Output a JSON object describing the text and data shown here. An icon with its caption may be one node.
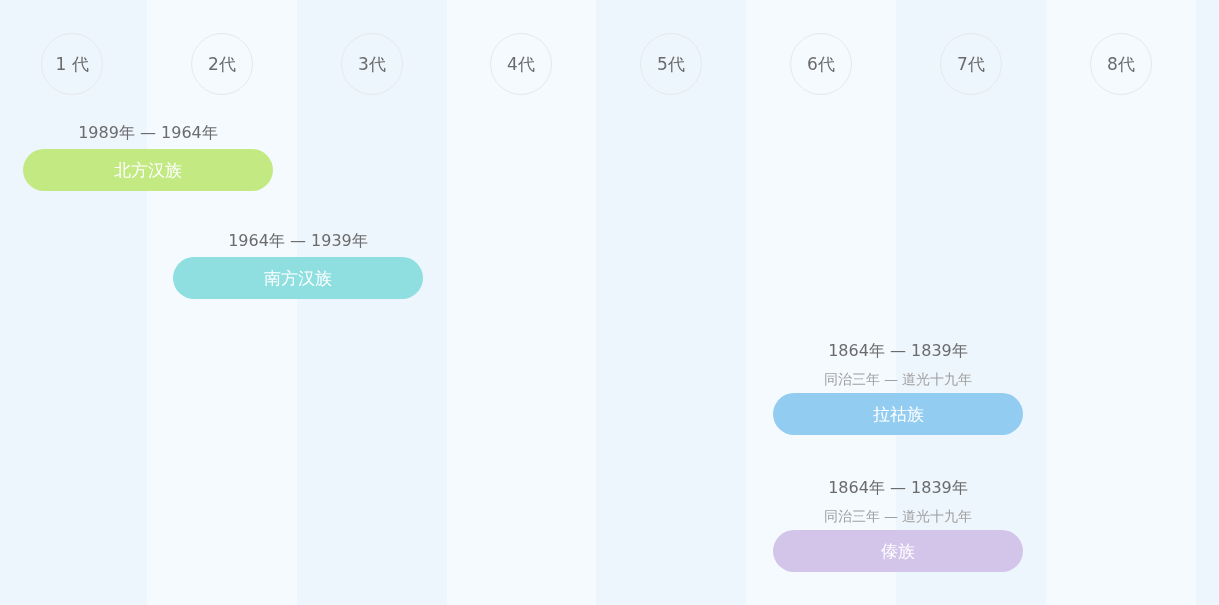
{
  "diagram": {
    "nodes": [
      {
        "text": [
          "1 代"
        ]
      },
      {
        "text": [
          "2代"
        ]
      },
      {
        "text": [
          "3代"
        ]
      },
      {
        "text": [
          "4代"
        ]
      },
      {
        "text": [
          "5代"
        ]
      },
      {
        "text": [
          "6代"
        ]
      },
      {
        "text": [
          "7代"
        ]
      },
      {
        "text": [
          "8代"
        ]
      },
      {
        "text": [
          "北方汉族"
        ],
        "beside": [
          "1989年 — 1964年"
        ]
      },
      {
        "text": [
          "南方汉族"
        ],
        "beside": [
          "1964年 — 1939年"
        ]
      },
      {
        "text": [
          "拉祜族"
        ],
        "beside": [
          "1864年 — 1839年",
          "同治三年 — 道光十九年"
        ]
      },
      {
        "text": [
          "傣族"
        ],
        "beside": [
          "1864年 — 1839年",
          "同治三年 — 道光十九年"
        ]
      }
    ]
  }
}
